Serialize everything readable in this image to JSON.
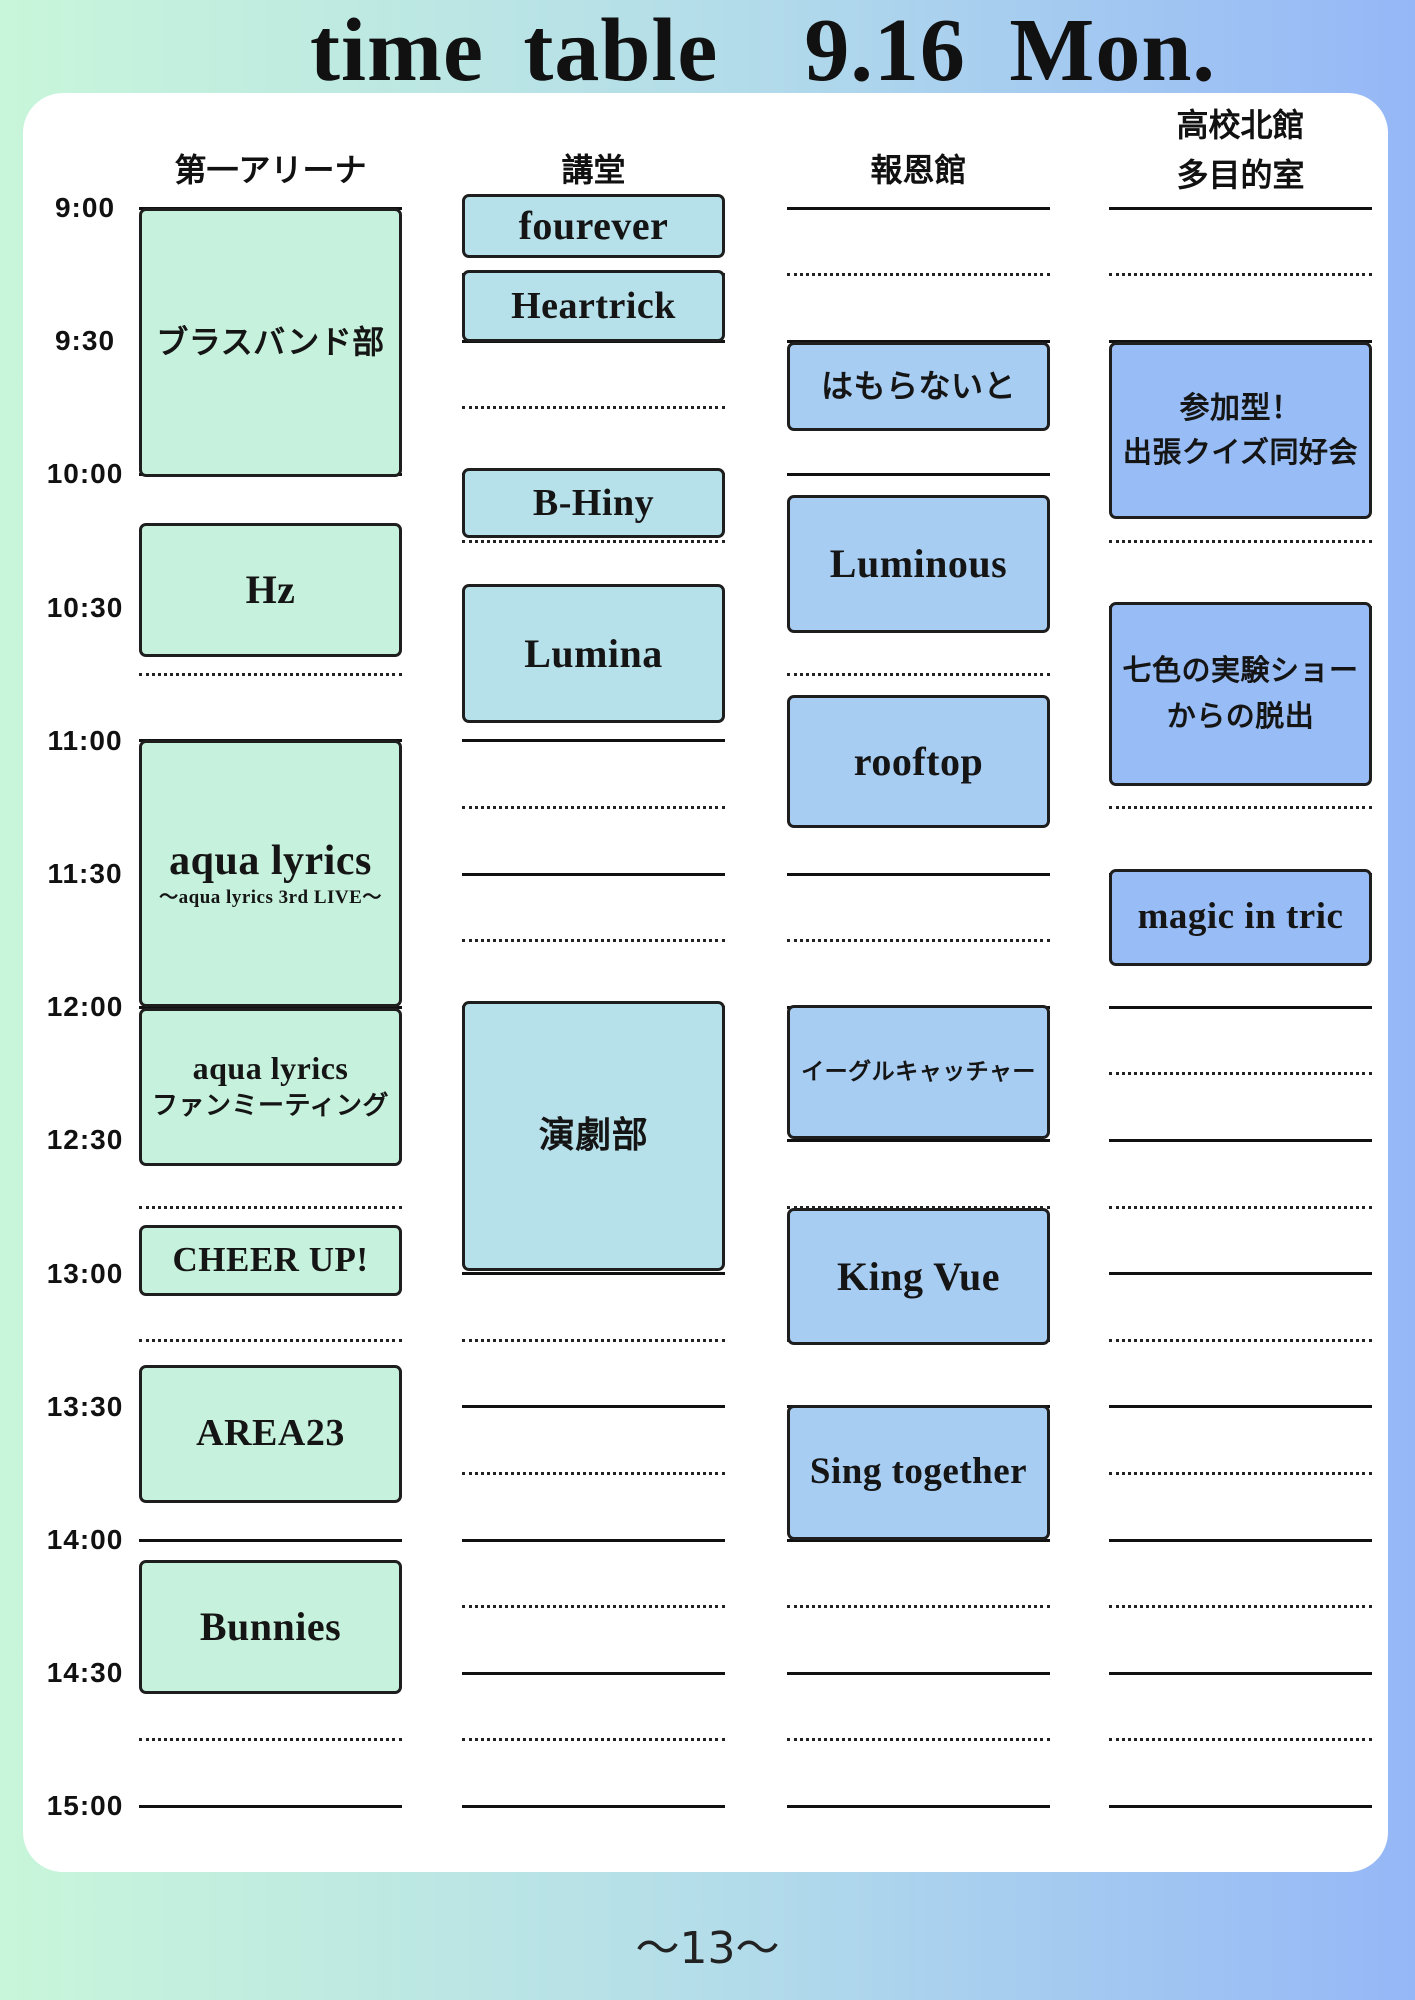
{
  "title": {
    "text": "time table",
    "date": "9.16 Mon."
  },
  "time_labels": [
    "9:00",
    "9:30",
    "10:00",
    "10:30",
    "11:00",
    "11:30",
    "12:00",
    "12:30",
    "13:00",
    "13:30",
    "14:00",
    "14:30",
    "15:00"
  ],
  "columns": [
    {
      "header": [
        "第一アリーナ"
      ],
      "events": [
        {
          "lines": [
            "ブラスバンド部"
          ]
        },
        {
          "lines": [
            "Hz"
          ]
        },
        {
          "lines": [
            "aqua lyrics",
            "〜aqua lyrics 3rd LIVE〜"
          ]
        },
        {
          "lines": [
            "aqua lyrics",
            "ファンミーティング"
          ]
        },
        {
          "lines": [
            "CHEER UP!"
          ]
        },
        {
          "lines": [
            "AREA23"
          ]
        },
        {
          "lines": [
            "Bunnies"
          ]
        }
      ]
    },
    {
      "header": [
        "講堂"
      ],
      "events": [
        {
          "lines": [
            "fourever"
          ]
        },
        {
          "lines": [
            "Heartrick"
          ]
        },
        {
          "lines": [
            "B-Hiny"
          ]
        },
        {
          "lines": [
            "Lumina"
          ]
        },
        {
          "lines": [
            "演劇部"
          ]
        }
      ]
    },
    {
      "header": [
        "報恩館"
      ],
      "events": [
        {
          "lines": [
            "はもらないと"
          ]
        },
        {
          "lines": [
            "Luminous"
          ]
        },
        {
          "lines": [
            "rooftop"
          ]
        },
        {
          "lines": [
            "イーグルキャッチャー"
          ]
        },
        {
          "lines": [
            "King Vue"
          ]
        },
        {
          "lines": [
            "Sing together"
          ]
        }
      ]
    },
    {
      "header": [
        "高校北館",
        "多目的室"
      ],
      "events": [
        {
          "lines": [
            "参加型！",
            "出張クイズ同好会"
          ]
        },
        {
          "lines": [
            "七色の実験ショー",
            "からの脱出"
          ]
        },
        {
          "lines": [
            "magic in tric"
          ]
        }
      ]
    }
  ],
  "page_number": "〜13〜",
  "colors": {
    "background_left": "#c8f6da",
    "background_right": "#95b7f7",
    "card": "#ffffff",
    "event_border": "#1e1e1e",
    "column_fills": [
      "#c6f2dd",
      "#b6e0ea",
      "#a8cdf3",
      "#98bdf6"
    ]
  }
}
